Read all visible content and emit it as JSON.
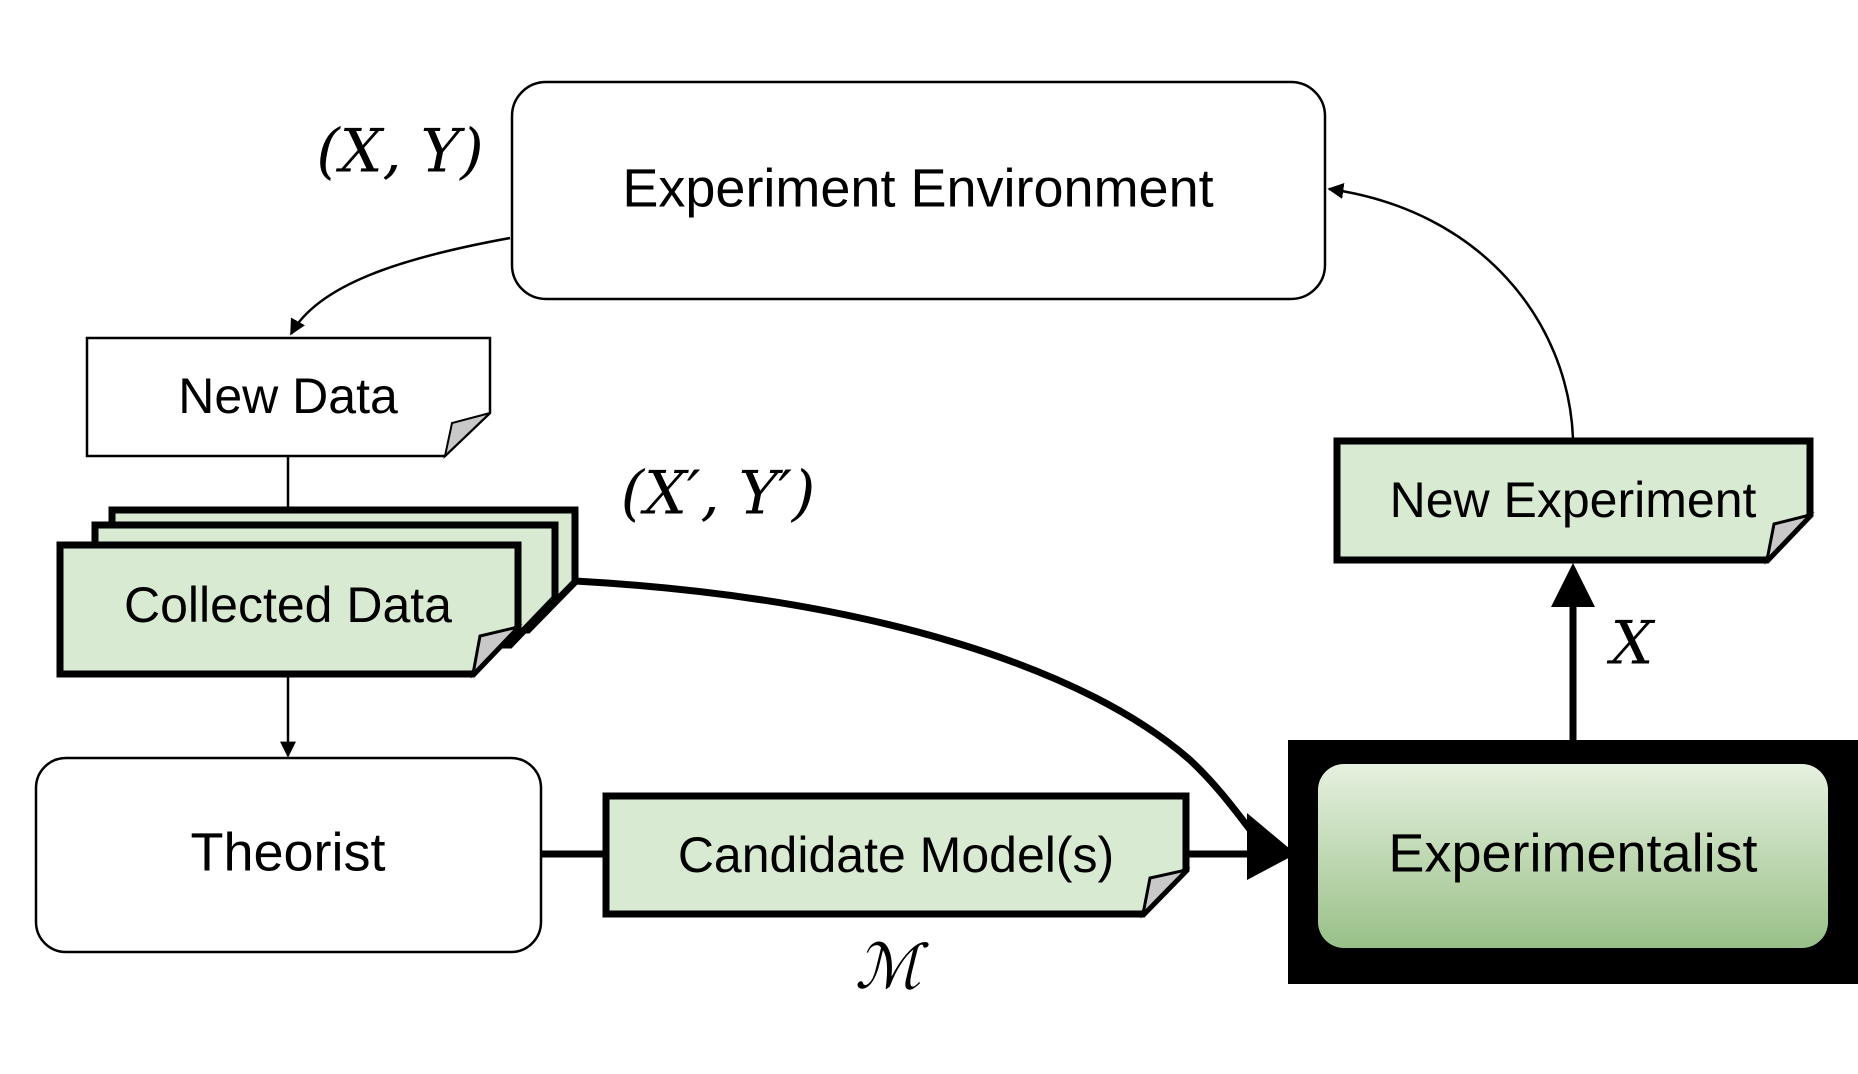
{
  "nodes": {
    "environment": "Experiment Environment",
    "new_data": "New Data",
    "collected_data": "Collected Data",
    "theorist": "Theorist",
    "candidate_models": "Candidate Model(s)",
    "new_experiment": "New Experiment",
    "experimentalist": "Experimentalist"
  },
  "math_labels": {
    "xy": "(X, Y)",
    "xy_prime": "(X′, Y′)",
    "x": "X",
    "models": "ℳ"
  },
  "colors": {
    "doc_fill": "#d9ead3",
    "experimentalist_top": "#e6f1df",
    "experimentalist_bottom": "#99c088",
    "frame": "#000000",
    "fold": "#c8c8c8"
  }
}
